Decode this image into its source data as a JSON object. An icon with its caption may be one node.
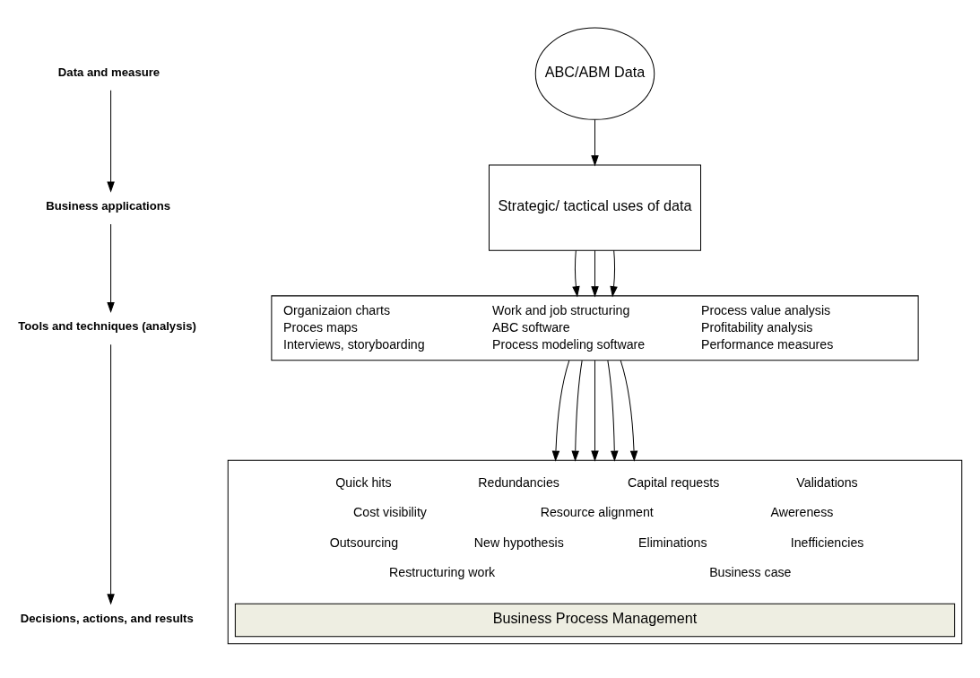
{
  "diagram": {
    "nodes": [
      {
        "text": [
          "Data and measure"
        ]
      },
      {
        "text": [
          "Business applications"
        ]
      },
      {
        "text": [
          "Tools and techniques (analysis)"
        ]
      },
      {
        "text": [
          "Decisions, actions, and results"
        ]
      },
      {
        "text": [
          "ABC/ABM Data"
        ]
      },
      {
        "text": [
          "Strategic/ tactical uses of data"
        ]
      },
      {
        "text": [
          "Organizaion charts",
          "Proces maps",
          "Interviews, storyboarding",
          "Work and job structuring",
          "ABC software",
          "Process modeling software",
          "Process value analysis",
          "Profitability analysis",
          "Performance measures"
        ]
      },
      {
        "text": [
          "Quick hits",
          "Redundancies",
          "Capital requests",
          "Validations",
          "Cost visibility",
          "Resource alignment",
          "Awereness",
          "Outsourcing",
          "New hypothesis",
          "Eliminations",
          "Inefficiencies",
          "Restructuring work",
          "Business case"
        ]
      },
      {
        "text": [
          "Business Process Management"
        ],
        "in": 7
      }
    ],
    "edges": [
      {
        "from": 0,
        "to": 1,
        "arrow": "to"
      },
      {
        "from": 1,
        "to": 2,
        "arrow": "to"
      },
      {
        "from": 2,
        "to": 3,
        "arrow": "to"
      },
      {
        "from": 4,
        "to": 5,
        "arrow": "to"
      },
      {
        "from": 5,
        "to": 6,
        "arrow": "to"
      },
      {
        "from": 5,
        "to": 6,
        "arrow": "to"
      },
      {
        "from": 5,
        "to": 6,
        "arrow": "to"
      },
      {
        "from": 6,
        "to": 7,
        "arrow": "to"
      },
      {
        "from": 6,
        "to": 7,
        "arrow": "to"
      },
      {
        "from": 6,
        "to": 7,
        "arrow": "to"
      },
      {
        "from": 6,
        "to": 7,
        "arrow": "to"
      },
      {
        "from": 6,
        "to": 7,
        "arrow": "to"
      }
    ]
  }
}
